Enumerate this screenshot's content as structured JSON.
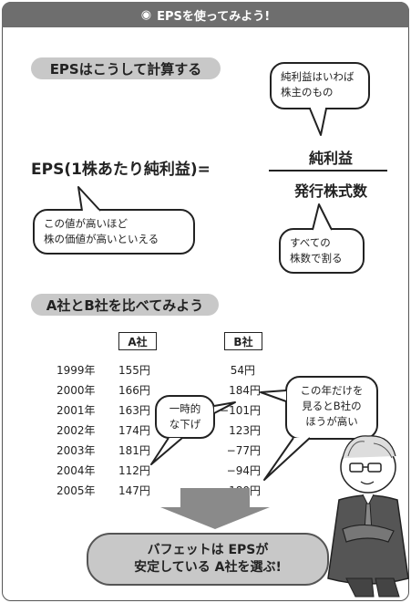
{
  "title": "EPSを使ってみよう!",
  "title_icon": "circle-bullet-icon",
  "section1_heading": "EPSはこうして計算する",
  "formula": {
    "left": "EPS(1株あたり純利益)=",
    "numerator": "純利益",
    "denominator": "発行株式数"
  },
  "bubbles": {
    "numerator_note": [
      "純利益はいわば",
      "株主のもの"
    ],
    "eps_note": [
      "この値が高いほど",
      "株の価値が高いといえる"
    ],
    "denominator_note": [
      "すべての",
      "株数で割る"
    ],
    "dip_note": [
      "一時的",
      "な下げ"
    ],
    "b_note": [
      "この年だけを",
      "見るとB社の",
      "ほうが高い"
    ]
  },
  "section2_heading": "A社とB社を比べてみよう",
  "table": {
    "headers": [
      "A社",
      "B社"
    ],
    "rows": [
      {
        "year": "1999年",
        "a": "155円",
        "b": "54円"
      },
      {
        "year": "2000年",
        "a": "166円",
        "b": "184円"
      },
      {
        "year": "2001年",
        "a": "163円",
        "b": "−101円"
      },
      {
        "year": "2002年",
        "a": "174円",
        "b": "123円"
      },
      {
        "year": "2003年",
        "a": "181円",
        "b": "−77円"
      },
      {
        "year": "2004年",
        "a": "112円",
        "b": "−94円"
      },
      {
        "year": "2005年",
        "a": "147円",
        "b": "180円"
      }
    ]
  },
  "conclusion": [
    "バフェットは EPSが",
    "安定している A社を選ぶ!"
  ],
  "colors": {
    "header_bg": "#6e6e6e",
    "pill_bg": "#c8c8c8",
    "arrow": "#8a8a8a"
  }
}
